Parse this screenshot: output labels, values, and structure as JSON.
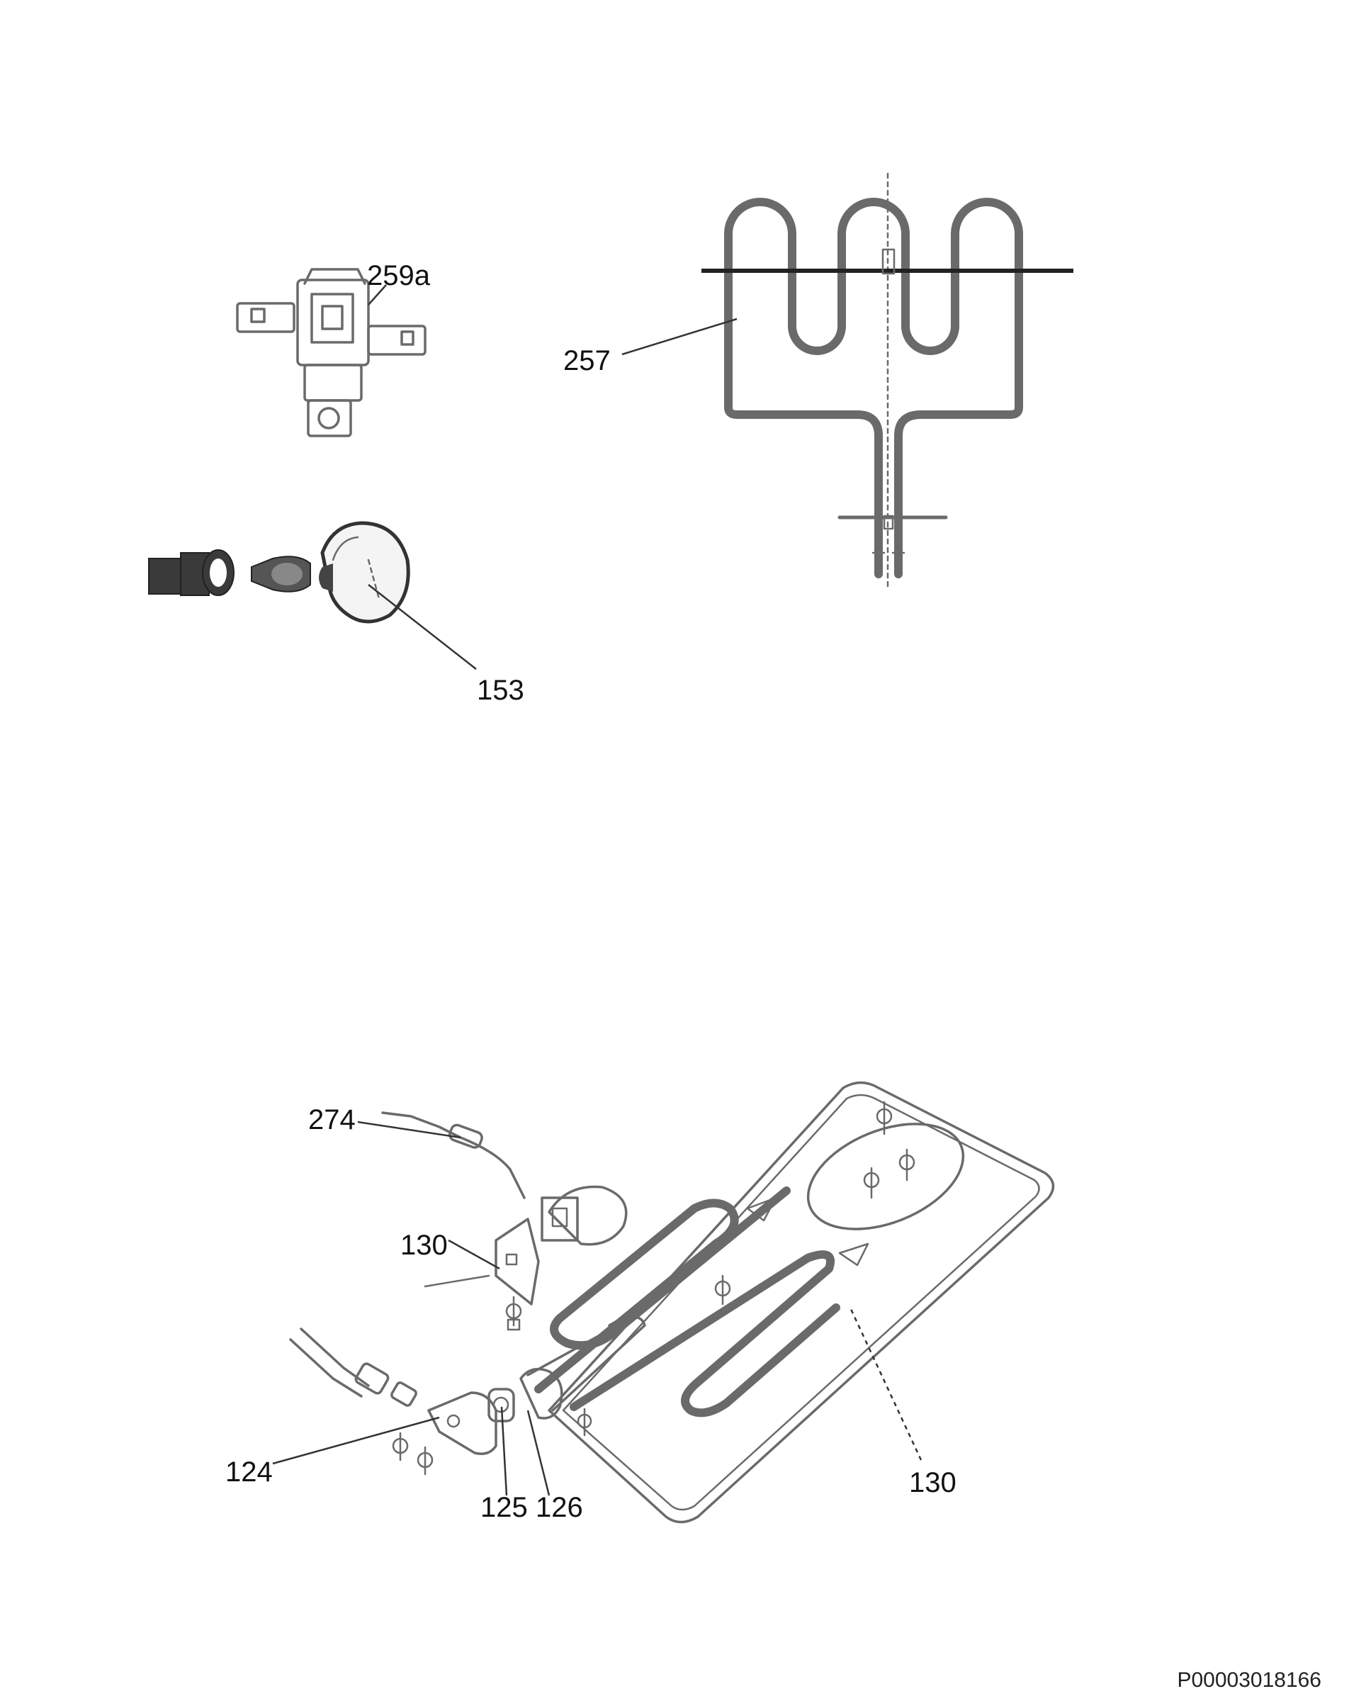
{
  "callouts": {
    "p259a": "259a",
    "p257": "257",
    "p153": "153",
    "p274": "274",
    "p130_upper": "130",
    "p130_lower": "130",
    "p124": "124",
    "p125": "125",
    "p126": "126"
  },
  "document_code": "P00003018166"
}
